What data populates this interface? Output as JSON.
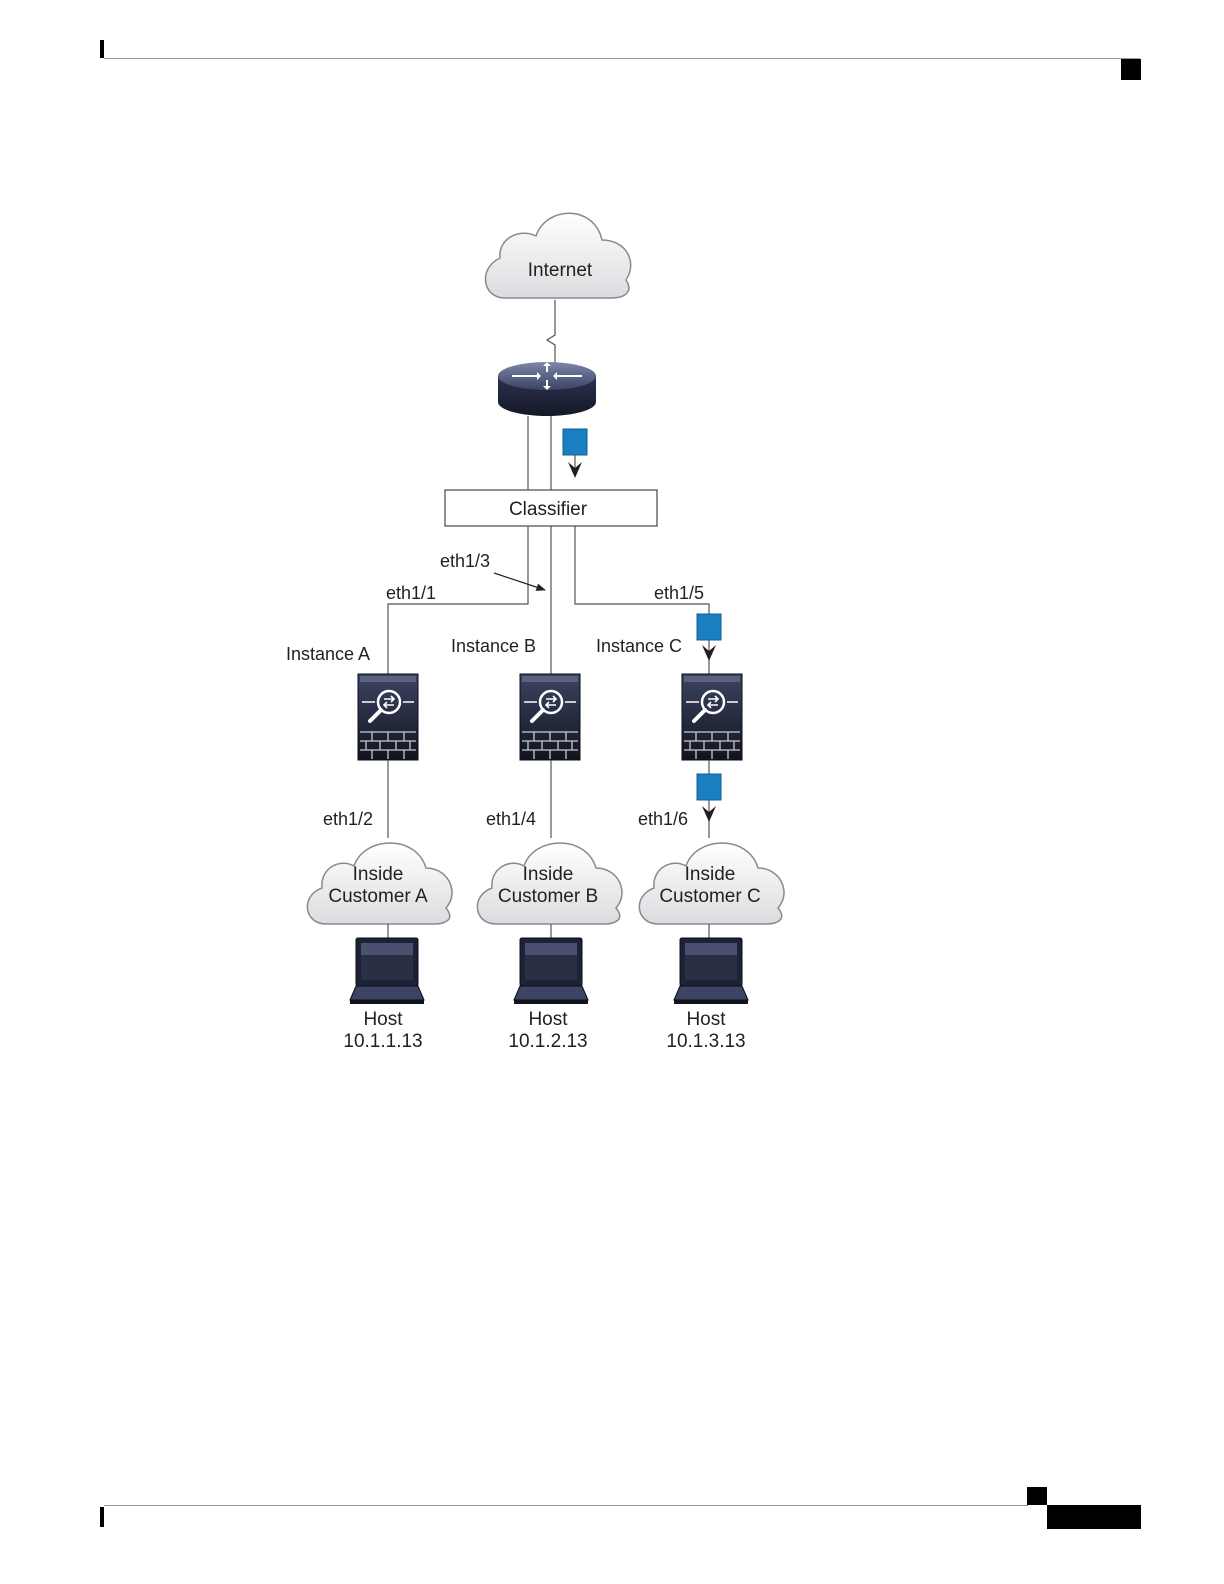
{
  "page": {
    "header_rule": true,
    "footer_rule": true
  },
  "diagram": {
    "internet": {
      "label": "Internet"
    },
    "router": {
      "icon": "router-icon"
    },
    "classifier": {
      "label": "Classifier"
    },
    "interfaces": {
      "eth1_1": "eth1/1",
      "eth1_2": "eth1/2",
      "eth1_3": "eth1/3",
      "eth1_4": "eth1/4",
      "eth1_5": "eth1/5",
      "eth1_6": "eth1/6"
    },
    "instances": [
      {
        "label": "Instance A",
        "icon": "firewall-icon",
        "cloud_line1": "Inside",
        "cloud_line2": "Customer A",
        "host_label": "Host",
        "host_ip": "10.1.1.13"
      },
      {
        "label": "Instance B",
        "icon": "firewall-icon",
        "cloud_line1": "Inside",
        "cloud_line2": "Customer B",
        "host_label": "Host",
        "host_ip": "10.1.2.13"
      },
      {
        "label": "Instance C",
        "icon": "firewall-icon",
        "cloud_line1": "Inside",
        "cloud_line2": "Customer C",
        "host_label": "Host",
        "host_ip": "10.1.3.13"
      }
    ],
    "colors": {
      "packet": "#1a7fc1",
      "device_dark": "#1d2236",
      "cloud_fill": "#e9e9ec",
      "line": "#555555"
    }
  }
}
